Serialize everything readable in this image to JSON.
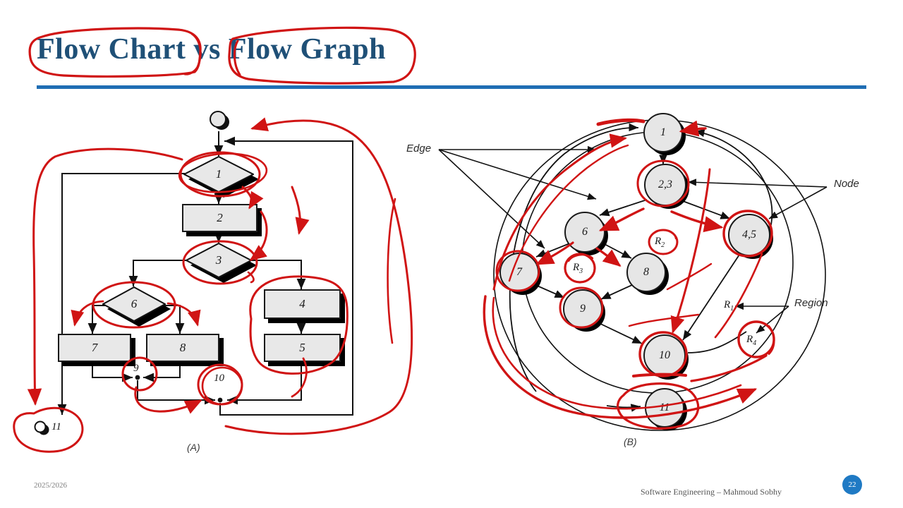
{
  "slide": {
    "title": "Flow Chart vs Flow Graph",
    "title_color": "#1f5077",
    "rule_color": "#1f6eb4",
    "annotation_color": "#d01414"
  },
  "footer": {
    "date": "2025/2026",
    "course": "Software Engineering – Mahmoud Sobhy",
    "page_number": "22",
    "badge_color": "#1f7ac4"
  },
  "figures": {
    "flowchart": {
      "caption": "(A)",
      "start_node": "start-circle",
      "decisions": [
        {
          "label": "1"
        },
        {
          "label": "3"
        },
        {
          "label": "6"
        }
      ],
      "processes": [
        {
          "label": "2"
        },
        {
          "label": "4"
        },
        {
          "label": "5"
        },
        {
          "label": "7"
        },
        {
          "label": "8"
        }
      ],
      "junctions": [
        {
          "label": "9"
        },
        {
          "label": "10"
        }
      ],
      "end_node": {
        "label": "11"
      }
    },
    "flowgraph": {
      "caption": "(B)",
      "nodes": [
        {
          "label": "1"
        },
        {
          "label": "2,3"
        },
        {
          "label": "4,5"
        },
        {
          "label": "6"
        },
        {
          "label": "7"
        },
        {
          "label": "8"
        },
        {
          "label": "9"
        },
        {
          "label": "10"
        },
        {
          "label": "11"
        }
      ],
      "callouts": [
        {
          "label": "Edge"
        },
        {
          "label": "Node"
        },
        {
          "label": "Region"
        }
      ],
      "regions": [
        {
          "name": "R1",
          "base": "R",
          "sub": "1"
        },
        {
          "name": "R2",
          "base": "R",
          "sub": "2"
        },
        {
          "name": "R3",
          "base": "R",
          "sub": "3"
        },
        {
          "name": "R4",
          "base": "R",
          "sub": "4"
        }
      ]
    }
  }
}
